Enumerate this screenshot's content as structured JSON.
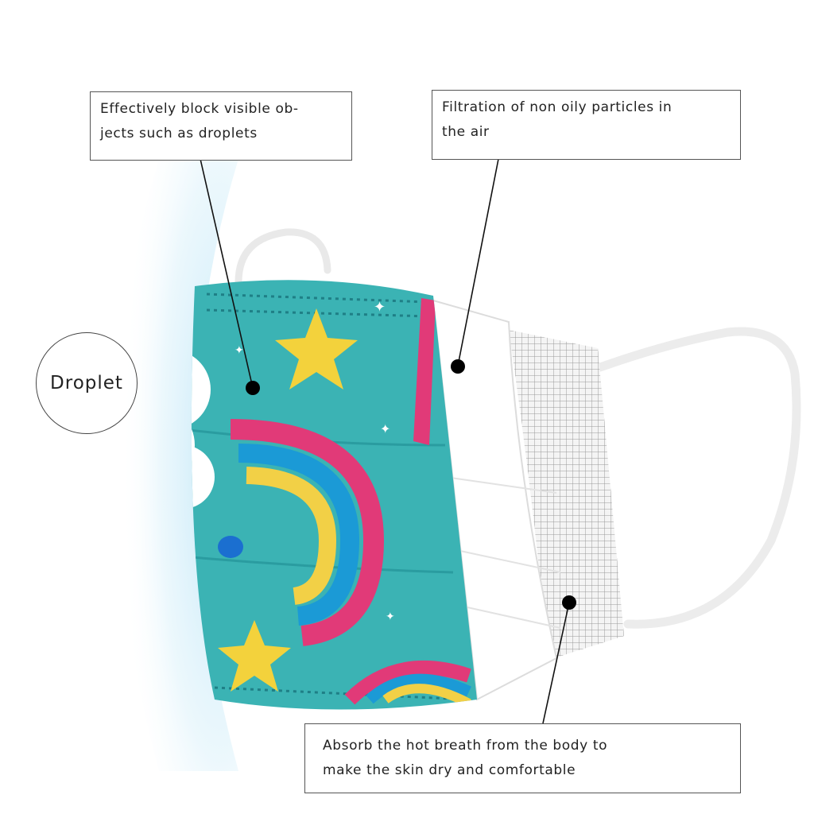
{
  "callouts": {
    "droplets": {
      "line1": "Effectively block visible ob-",
      "line2": "jects such as droplets"
    },
    "filtration": {
      "line1": "Filtration of non oily particles in",
      "line2": "the air"
    },
    "absorb": {
      "line1": "Absorb the hot breath from the body to",
      "line2": "make the skin dry and comfortable"
    }
  },
  "droplet_label": "Droplet",
  "colors": {
    "mask_teal": "#3bb3b4",
    "rainbow_pink": "#e13a78",
    "rainbow_blue": "#1b9ad6",
    "rainbow_yellow": "#f2d046",
    "star_yellow": "#f3d23c",
    "cloud_white": "#ffffff",
    "mesh_gray": "#9a9a9a",
    "glow_blue": "#bfe6f7"
  }
}
